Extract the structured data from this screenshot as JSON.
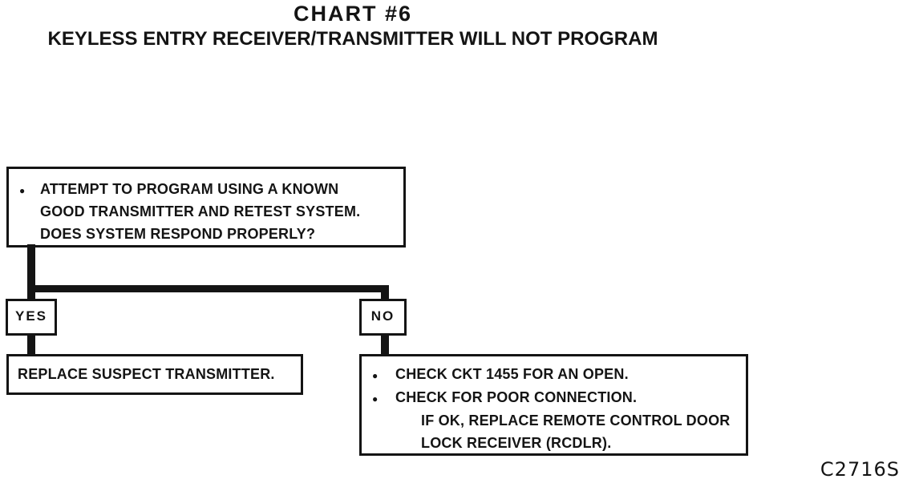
{
  "page": {
    "title": "CHART #6",
    "subtitle": "KEYLESS ENTRY RECEIVER/TRANSMITTER WILL NOT PROGRAM",
    "figure_code": "C2716S",
    "ink_color": "#141414",
    "paper_color": "#ffffff"
  },
  "flowchart": {
    "question_box": {
      "bullet": "●",
      "lines": [
        "ATTEMPT TO PROGRAM USING A KNOWN",
        "GOOD TRANSMITTER AND RETEST SYSTEM.",
        "DOES SYSTEM RESPOND PROPERLY?"
      ]
    },
    "branches": {
      "yes_label": "YES",
      "no_label": "NO"
    },
    "yes_result_box": {
      "text": "REPLACE SUSPECT TRANSMITTER."
    },
    "no_result_box": {
      "items": [
        {
          "bullet": "●",
          "lines": [
            "CHECK CKT 1455 FOR AN OPEN."
          ]
        },
        {
          "bullet": "●",
          "lines": [
            "CHECK FOR POOR CONNECTION.",
            "IF OK, REPLACE REMOTE CONTROL DOOR",
            "LOCK RECEIVER (RCDLR)."
          ]
        }
      ]
    }
  }
}
